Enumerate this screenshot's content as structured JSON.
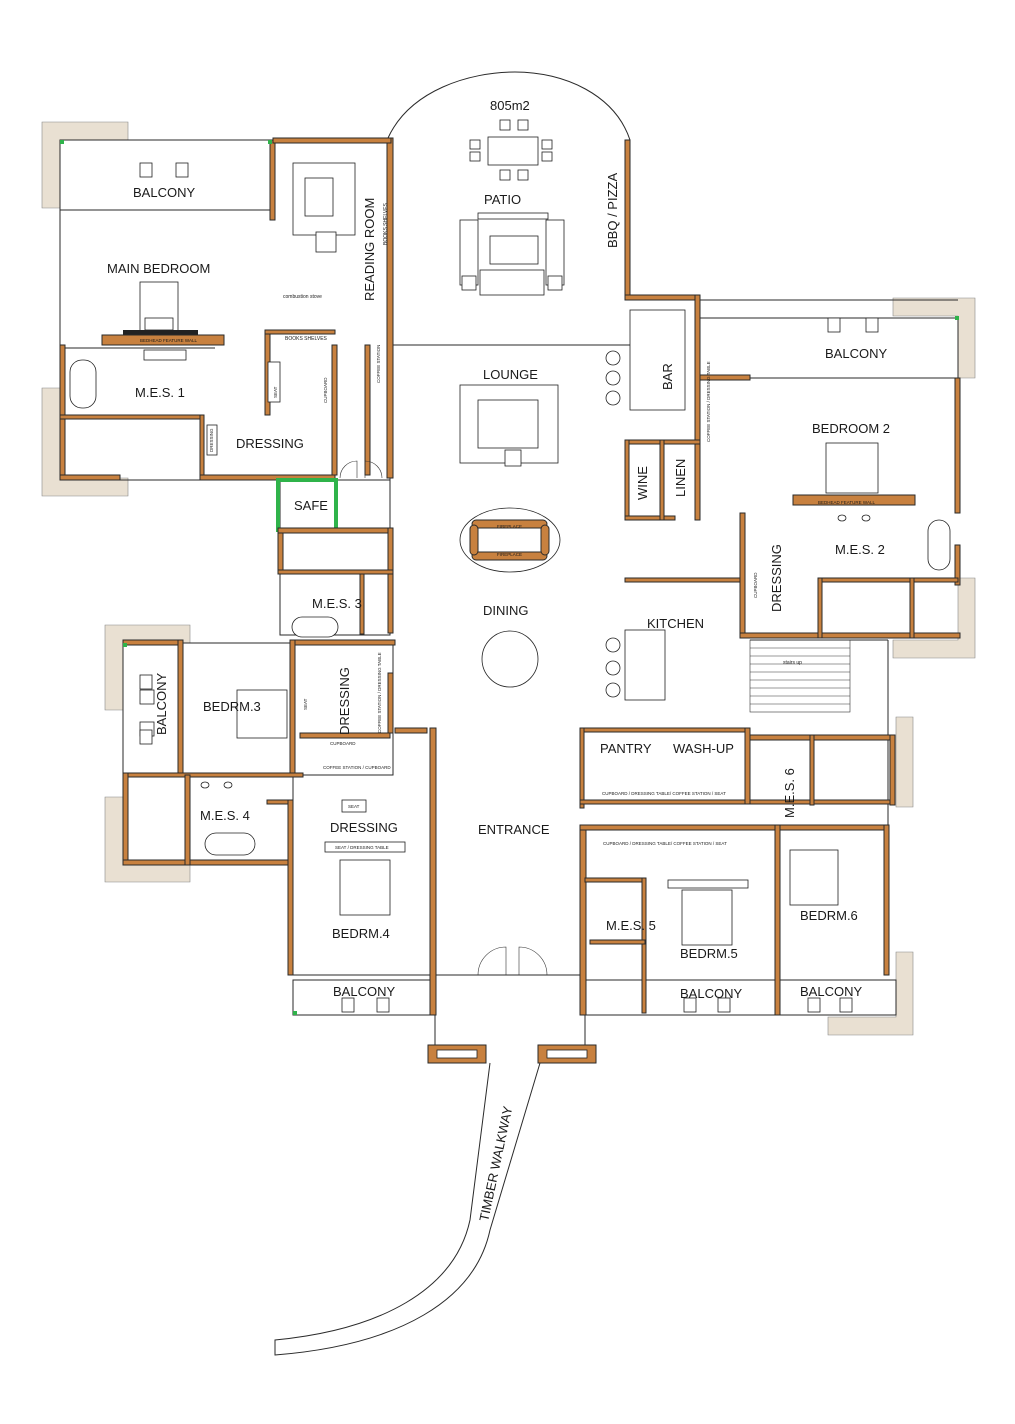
{
  "plan": {
    "area": "805m2",
    "rooms": {
      "patio": "PATIO",
      "bbq_pizza": "BBQ / PIZZA",
      "balcony": "BALCONY",
      "main_bedroom": "MAIN BEDROOM",
      "reading_room": "READING ROOM",
      "mes1": "M.E.S. 1",
      "dressing": "DRESSING",
      "safe": "SAFE",
      "lounge": "LOUNGE",
      "bar": "BAR",
      "bedroom2": "BEDROOM 2",
      "wine": "WINE",
      "linen": "LINEN",
      "mes2": "M.E.S. 2",
      "mes3": "M.E.S. 3",
      "dining": "DINING",
      "kitchen": "KITCHEN",
      "bedrm3": "BEDRM.3",
      "pantry": "PANTRY",
      "wash_up": "WASH-UP",
      "mes6": "M.E.S. 6",
      "mes4": "M.E.S.  4",
      "entrance": "ENTRANCE",
      "mes5": "M.E.S. 5",
      "bedrm5": "BEDRM.5",
      "bedrm6": "BEDRM.6",
      "bedrm4": "BEDRM.4",
      "timber_walkway": "TIMBER WALKWAY"
    },
    "notes": {
      "books_shelves": "BOOKS SHELVES",
      "combustion_stove": "combustion stove",
      "coffee_station": "COFFEE STATION",
      "cupboard": "CUPBOARD",
      "seat": "SEAT",
      "fireplace": "FIREPLACE",
      "coffee_dressing": "COFFEE STATION / DRESSING TABLE",
      "stairs_up": "stairs up",
      "coffee_cupboard": "COFFEE STATION / CUPBOARD",
      "cupboard_dressing_coffee_seat": "CUPBOARD / DRESSING TABLE/ COFFEE STATION / SEAT",
      "seat_dressing_table": "SEAT / DRESSING TABLE",
      "bedhead_feature_wall": "BEDHEAD FEATURE WALL"
    },
    "colors": {
      "wall_fill": "#c8813f",
      "safe_green": "#2fb34a",
      "ink": "#1a1a1a"
    }
  }
}
